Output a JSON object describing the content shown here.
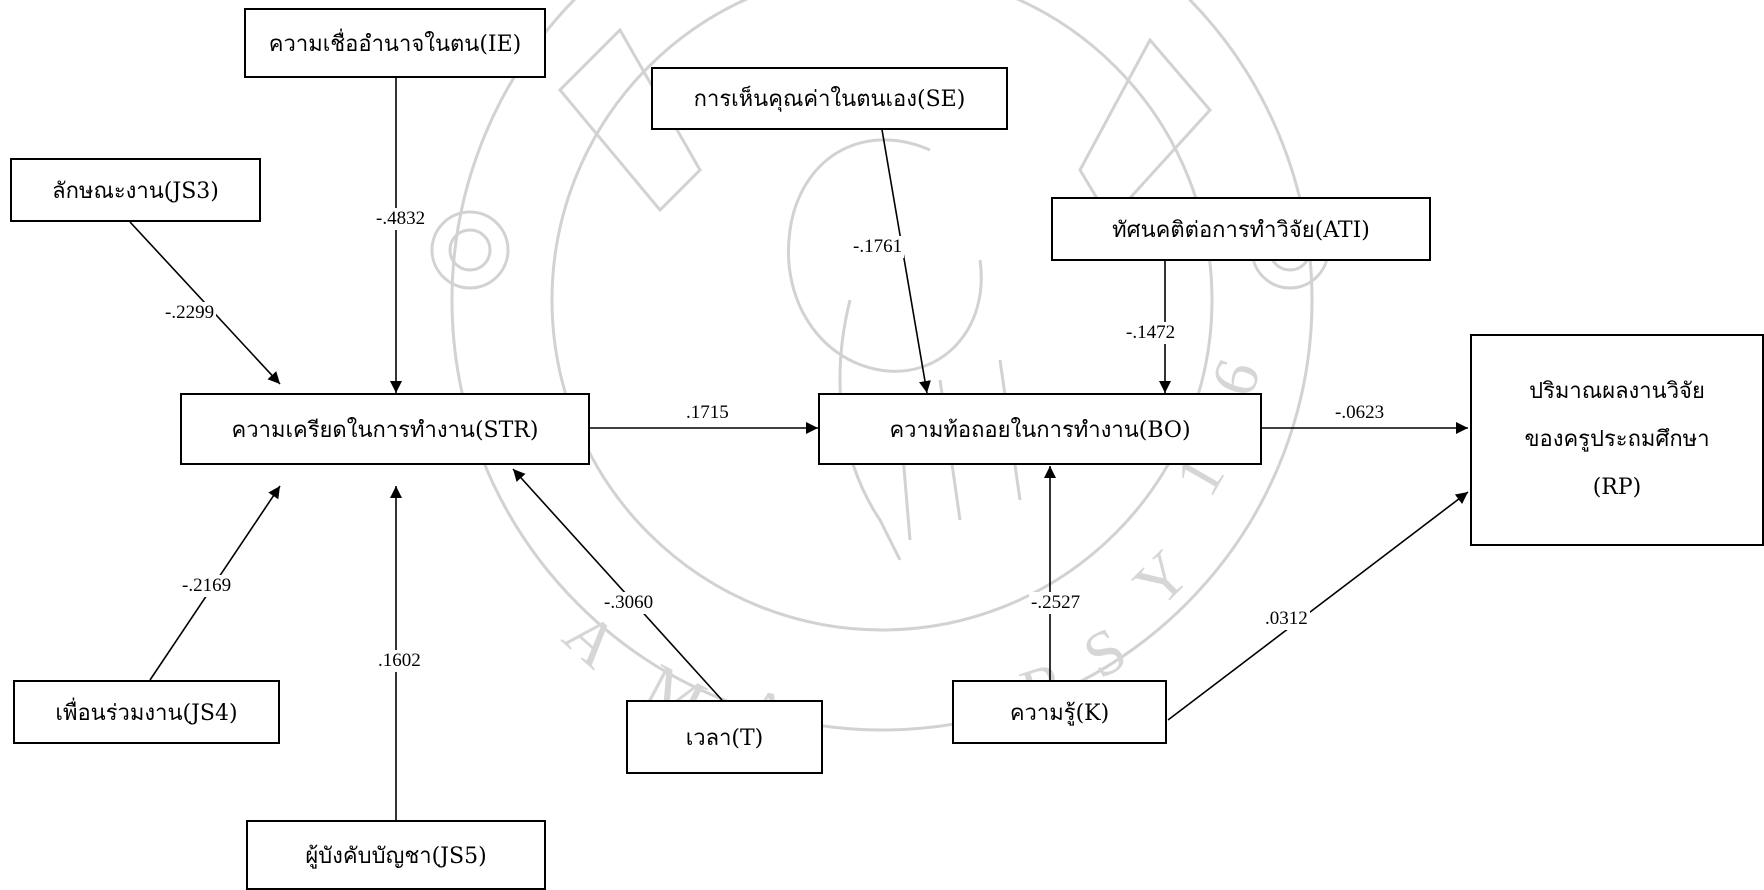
{
  "nodes": {
    "ie": "ความเชื่ออำนาจในตน(IE)",
    "se": "การเห็นคุณค่าในตนเอง(SE)",
    "js3": "ลักษณะงาน(JS3)",
    "ati": "ทัศนคติต่อการทำวิจัย(ATI)",
    "str": "ความเครียดในการทำงาน(STR)",
    "bo": "ความท้อถอยในการทำงาน(BO)",
    "rp_line1": "ปริมาณผลงานวิจัย",
    "rp_line2": "ของครูประถมศึกษา",
    "rp_line3": "(RP)",
    "js4": "เพื่อนร่วมงาน(JS4)",
    "t": "เวลา(T)",
    "k": "ความรู้(K)",
    "js5": "ผู้บังคับบัญชา(JS5)"
  },
  "paths": [
    {
      "from": "IE",
      "to": "STR",
      "coef": "-.4832"
    },
    {
      "from": "JS3",
      "to": "STR",
      "coef": "-.2299"
    },
    {
      "from": "JS4",
      "to": "STR",
      "coef": "-.2169"
    },
    {
      "from": "JS5",
      "to": "STR",
      "coef": ".1602"
    },
    {
      "from": "T",
      "to": "STR",
      "coef": "-.3060"
    },
    {
      "from": "STR",
      "to": "BO",
      "coef": ".1715"
    },
    {
      "from": "SE",
      "to": "BO",
      "coef": "-.1761"
    },
    {
      "from": "ATI",
      "to": "BO",
      "coef": "-.1472"
    },
    {
      "from": "K",
      "to": "BO",
      "coef": "-.2527"
    },
    {
      "from": "BO",
      "to": "RP",
      "coef": "-.0623"
    },
    {
      "from": "K",
      "to": "RP",
      "coef": ".0312"
    }
  ],
  "colors": {
    "ink": "#000000",
    "watermark": "#cfcfcf"
  }
}
